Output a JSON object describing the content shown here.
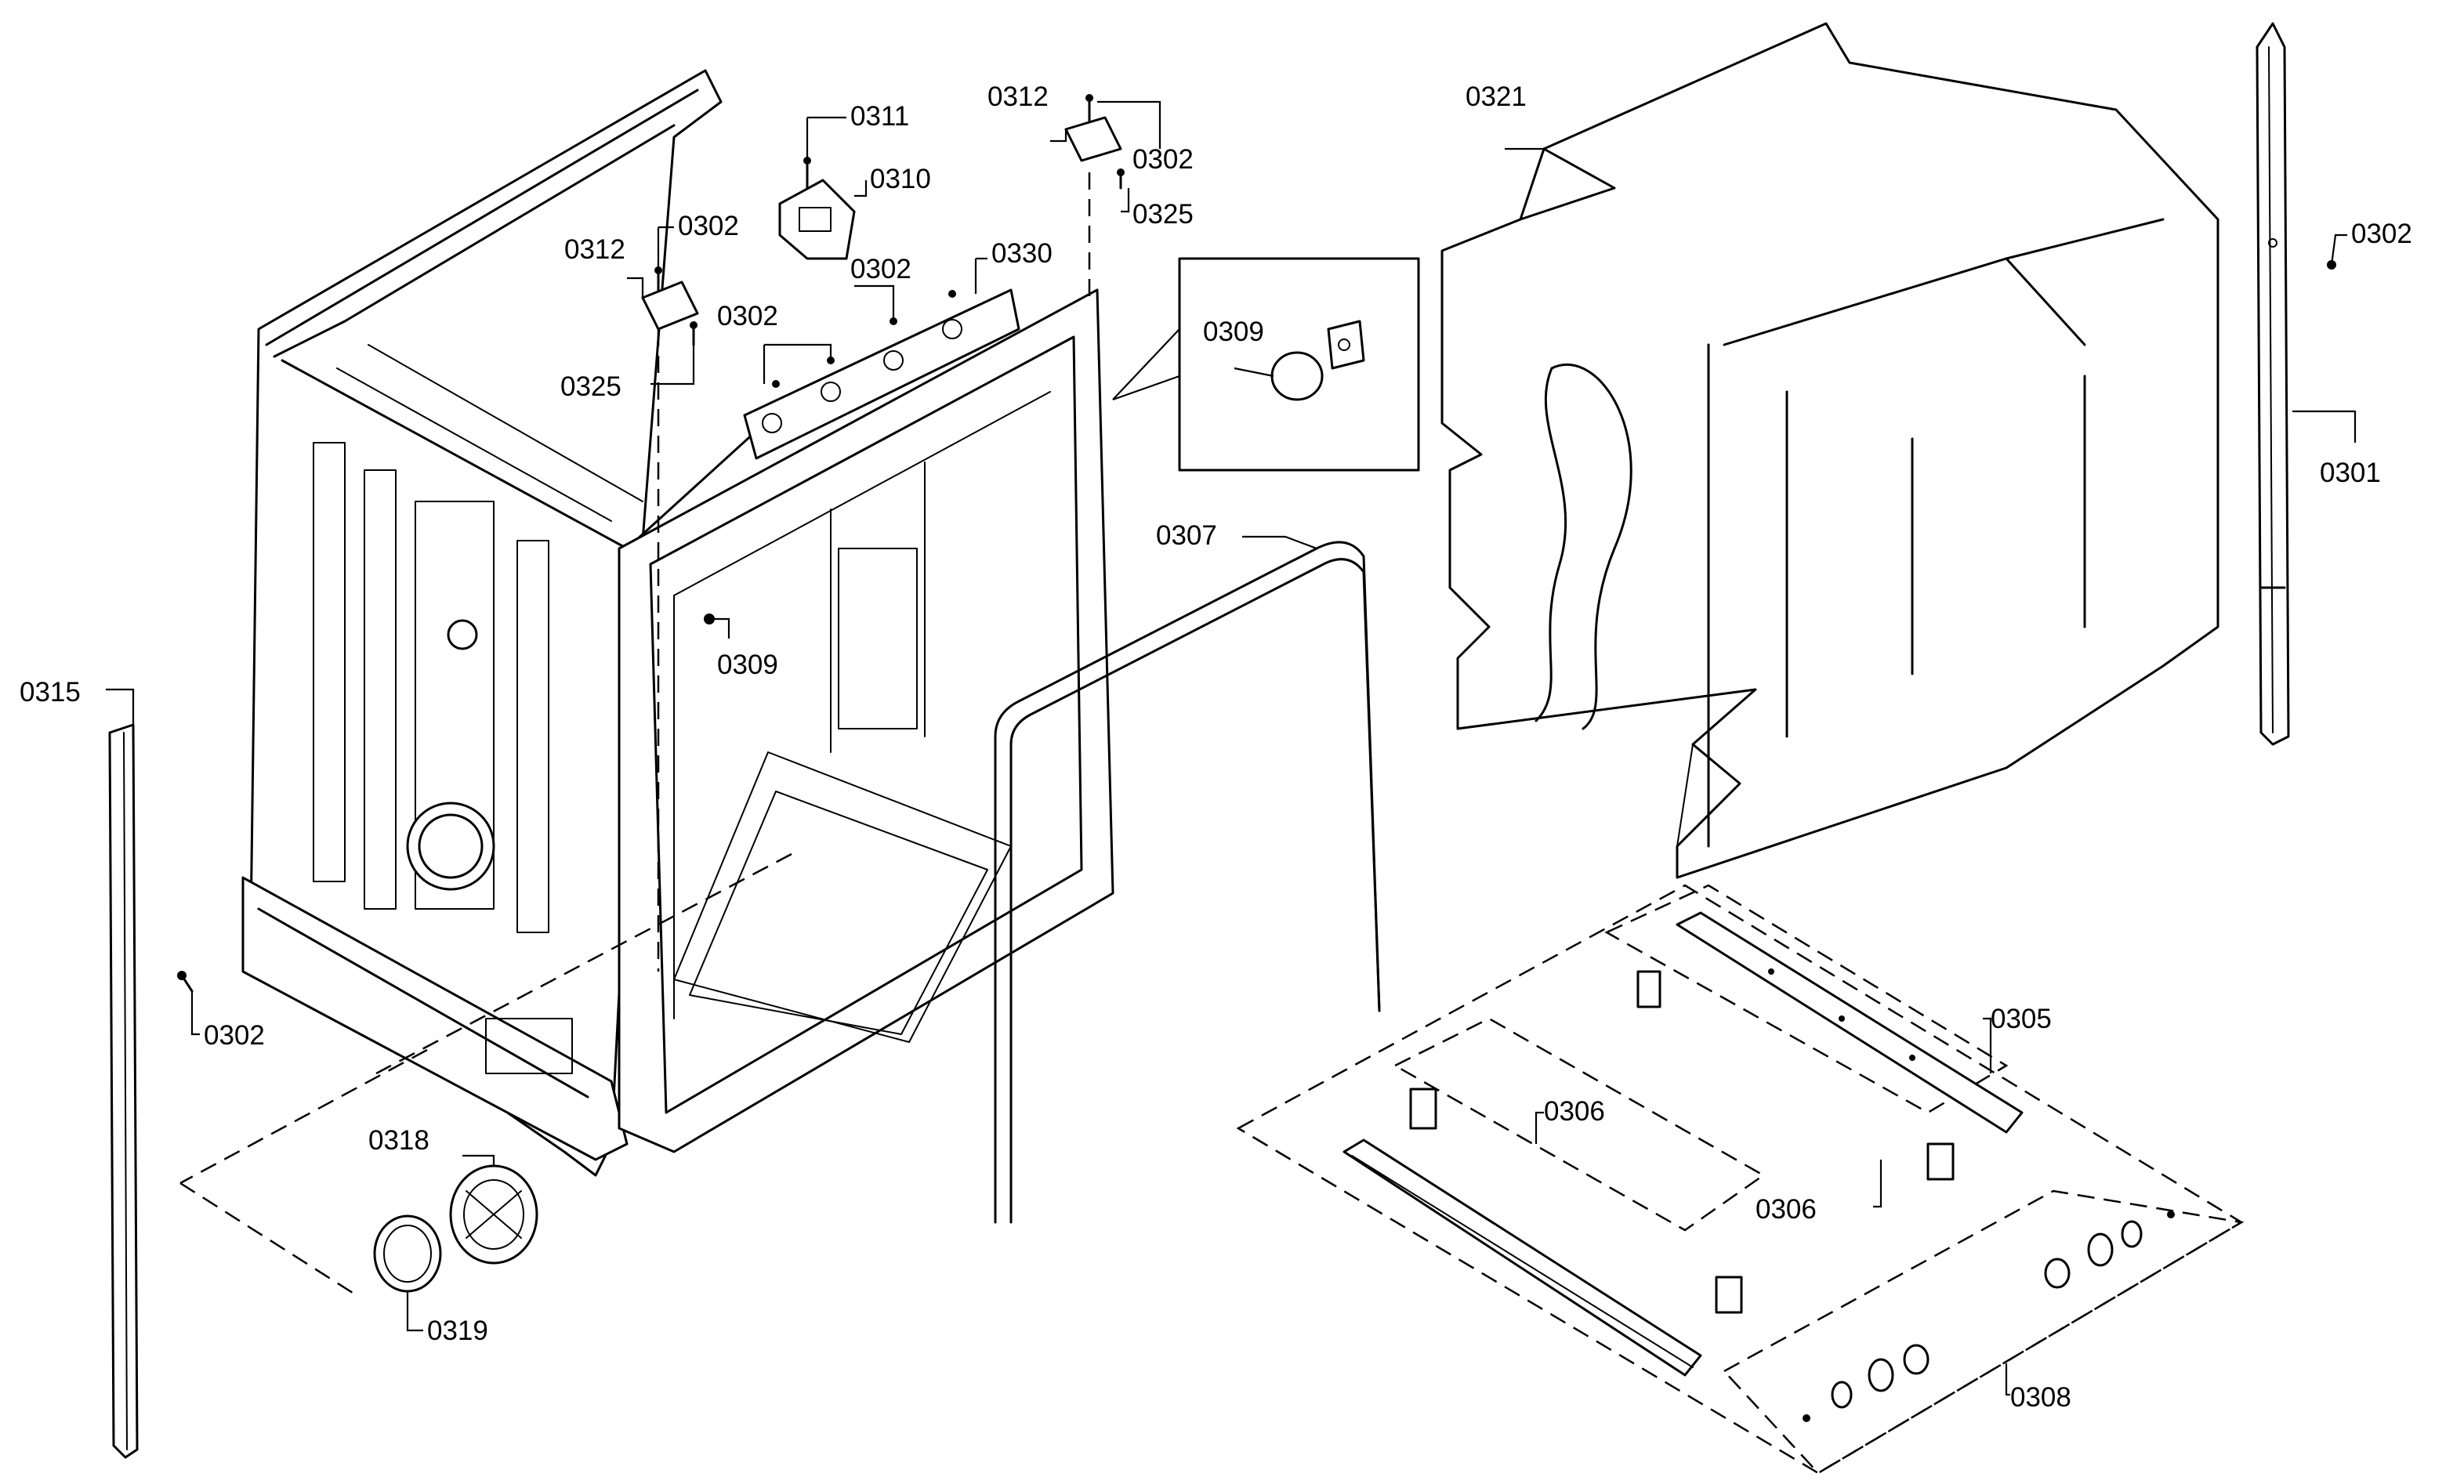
{
  "labels": {
    "p0311": "0311",
    "p0312a": "0312",
    "p0302a": "0302",
    "p0325a": "0325",
    "p0310": "0310",
    "p0312b": "0312",
    "p0302b": "0302",
    "p0302c": "0302",
    "p0330": "0330",
    "p0325b": "0325",
    "p0302d": "0302",
    "p0309a": "0309",
    "p0309b": "0309",
    "p0321": "0321",
    "p0302e": "0302",
    "p0301": "0301",
    "p0307": "0307",
    "p0315": "0315",
    "p0302f": "0302",
    "p0318": "0318",
    "p0319": "0319",
    "p0305": "0305",
    "p0306a": "0306",
    "p0306b": "0306",
    "p0308": "0308"
  }
}
